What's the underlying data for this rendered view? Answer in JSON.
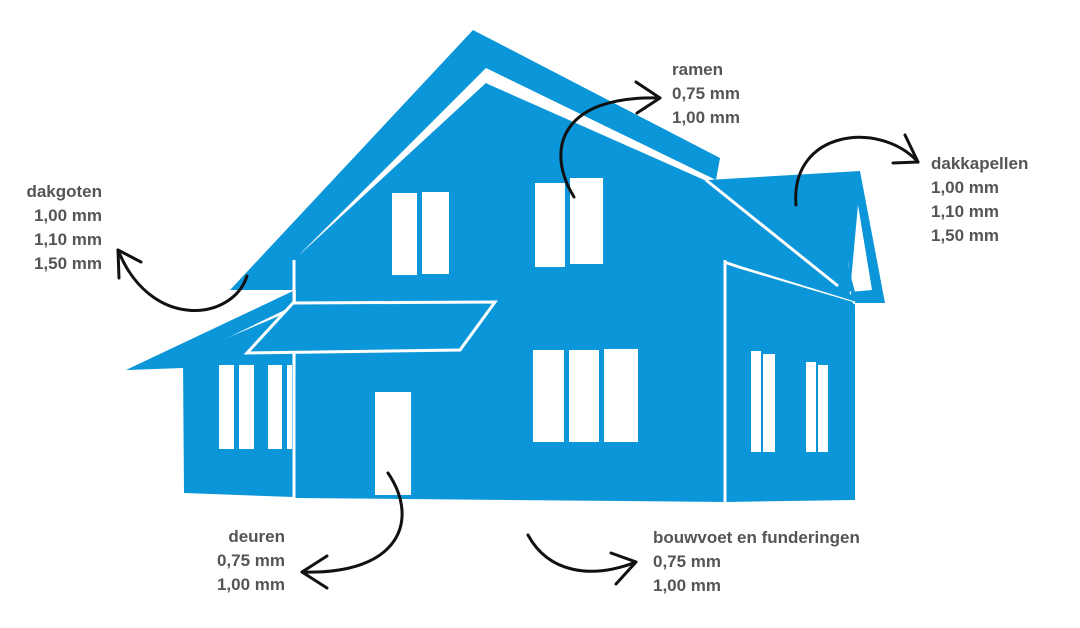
{
  "colors": {
    "house": "#0a96d9",
    "outline": "#ffffff",
    "arrow": "#111111",
    "text": "#555555",
    "background": "#ffffff"
  },
  "labels": {
    "dakgoten": {
      "title": "dakgoten",
      "values": [
        "1,00 mm",
        "1,10 mm",
        "1,50 mm"
      ]
    },
    "ramen": {
      "title": "ramen",
      "values": [
        "0,75 mm",
        "1,00 mm"
      ]
    },
    "dakkapellen": {
      "title": "dakkapellen",
      "values": [
        "1,00 mm",
        "1,10 mm",
        "1,50 mm"
      ]
    },
    "deuren": {
      "title": "deuren",
      "values": [
        "0,75 mm",
        "1,00 mm"
      ]
    },
    "bouwvoet": {
      "title": "bouwvoet en funderingen",
      "values": [
        "0,75 mm",
        "1,00 mm"
      ]
    }
  }
}
